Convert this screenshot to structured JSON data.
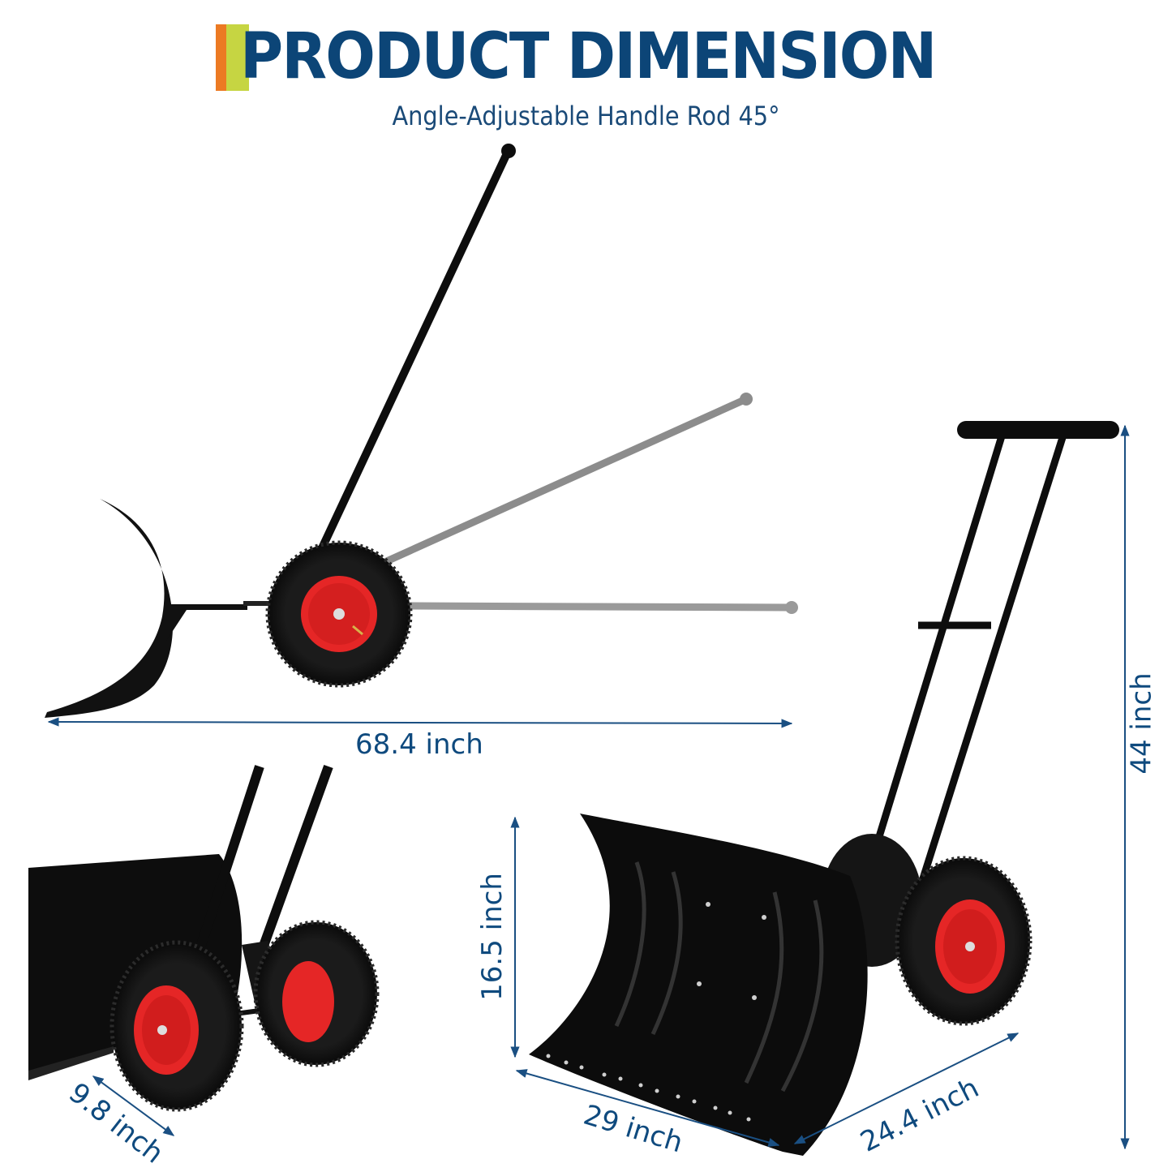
{
  "header": {
    "title": "PRODUCT DIMENSION",
    "subtitle": "Angle-Adjustable Handle Rod  45°",
    "accent_colors": [
      "#ec7a23",
      "#c6d542"
    ],
    "title_color": "#0c4577"
  },
  "dimensions": {
    "overall_length": "68.4 inch",
    "overall_height": "44 inch",
    "blade_height": "16.5 inch",
    "blade_width": "29 inch",
    "wheelbase_width": "24.4 inch",
    "wheel_diameter": "9.8 inch"
  },
  "illustrations": [
    {
      "name": "side-view",
      "description": "Side view of snow shovel showing handle at three angles"
    },
    {
      "name": "rear-detail-view",
      "description": "Close-up of wheels and handle bracket"
    },
    {
      "name": "front-perspective-view",
      "description": "Perspective view of blade, T-handle and wheels"
    }
  ],
  "colors": {
    "dimension_line": "#1a4f82",
    "body": "#0d0d0d",
    "wheel_hub": "#e82a2a",
    "ghost_handle": "#8a8a8a"
  }
}
